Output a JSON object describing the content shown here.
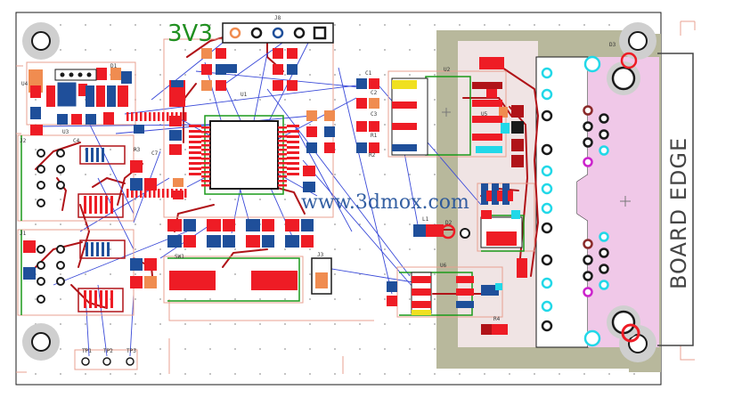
{
  "labels": {
    "net_label": "3V3",
    "board_edge": "BOARD EDGE",
    "watermark": "www.3dmox.com"
  },
  "refdes": [
    "J8",
    "D1",
    "U1",
    "U3",
    "U2",
    "C1",
    "C2",
    "C3",
    "R1",
    "R2",
    "R3",
    "C7",
    "C4",
    "U4",
    "J1",
    "J2",
    "J3",
    "U6",
    "U5",
    "L1",
    "D2",
    "R4",
    "TP1",
    "TP2",
    "TP3",
    "D3",
    "SW1"
  ],
  "colors": {
    "background": "#ffffff",
    "board_edge": "#1a1a1a",
    "silkscreen": "#e8a090",
    "top_copper": "#ee1c25",
    "bottom_copper": "#1f4f9a",
    "trace": "#b01318",
    "ratsnest": "#3a4ad8",
    "keepout": "#b8b89c",
    "connector_fill": "#f0c8e8",
    "pad_orange": "#f08c50",
    "cyan_pad": "#22d8e8",
    "yellow_pad": "#f0e020",
    "green_outline": "#1a9a1a",
    "net_label": "#1f8f1f",
    "edge_text": "#444444"
  }
}
